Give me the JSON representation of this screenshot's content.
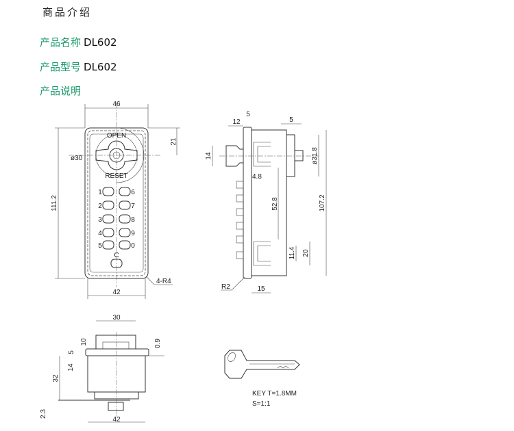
{
  "section_title": "商品介绍",
  "product_name": {
    "label": "产品名称",
    "value": "DL602"
  },
  "product_model": {
    "label": "产品型号",
    "value": "DL602"
  },
  "product_desc": {
    "label": "产品说明"
  },
  "drawing": {
    "front": {
      "width_top": "46",
      "height": "111.2",
      "knob_offset": "21",
      "knob_dia": "ø30",
      "width_bottom": "42",
      "corner_radius": "4-R4",
      "open": "OPEN",
      "reset": "RESET",
      "keys_left": [
        "1",
        "2",
        "3",
        "4",
        "5"
      ],
      "keys_right": [
        "6",
        "7",
        "8",
        "9",
        "0"
      ],
      "clear_key": "C"
    },
    "side": {
      "knob_len": "12",
      "plate_thk": "5",
      "cyl_len": "5",
      "knob_h": "14",
      "offset": "4.8",
      "bracket_gap": "52.8",
      "cyl_dia": "ø31.8",
      "body_h": "107.2",
      "bracket_in": "11.4",
      "bracket_out": "20",
      "radius": "R2",
      "depth": "15"
    },
    "bottom": {
      "cam_w": "30",
      "cam_h": "10",
      "flange": "5",
      "clip": "14",
      "depth": "32",
      "flange_thk": "0.9",
      "plate": "2.3",
      "width": "42"
    },
    "key": {
      "spec": "KEY   T=1.8MM",
      "scale": "S=1:1"
    }
  }
}
